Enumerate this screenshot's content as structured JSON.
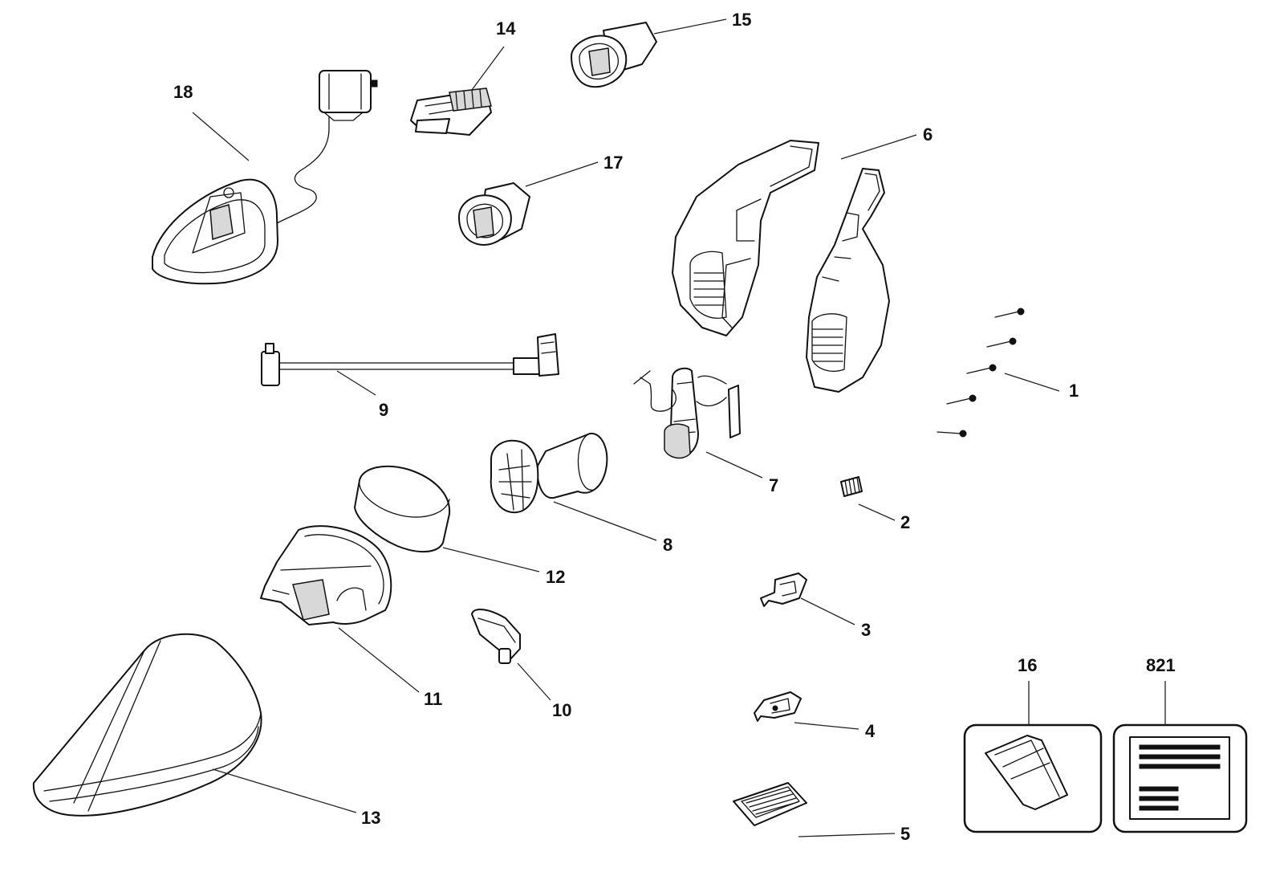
{
  "callouts": [
    {
      "id": "c1",
      "label": "1"
    },
    {
      "id": "c2",
      "label": "2"
    },
    {
      "id": "c3",
      "label": "3"
    },
    {
      "id": "c4",
      "label": "4"
    },
    {
      "id": "c5",
      "label": "5"
    },
    {
      "id": "c6",
      "label": "6"
    },
    {
      "id": "c7",
      "label": "7"
    },
    {
      "id": "c8",
      "label": "8"
    },
    {
      "id": "c9",
      "label": "9"
    },
    {
      "id": "c10",
      "label": "10"
    },
    {
      "id": "c11",
      "label": "11"
    },
    {
      "id": "c12",
      "label": "12"
    },
    {
      "id": "c13",
      "label": "13"
    },
    {
      "id": "c14",
      "label": "14"
    },
    {
      "id": "c15",
      "label": "15"
    },
    {
      "id": "c16",
      "label": "16"
    },
    {
      "id": "c17",
      "label": "17"
    },
    {
      "id": "c18",
      "label": "18"
    },
    {
      "id": "c821",
      "label": "821"
    }
  ],
  "colors": {
    "line": "#111111",
    "background": "#ffffff"
  }
}
